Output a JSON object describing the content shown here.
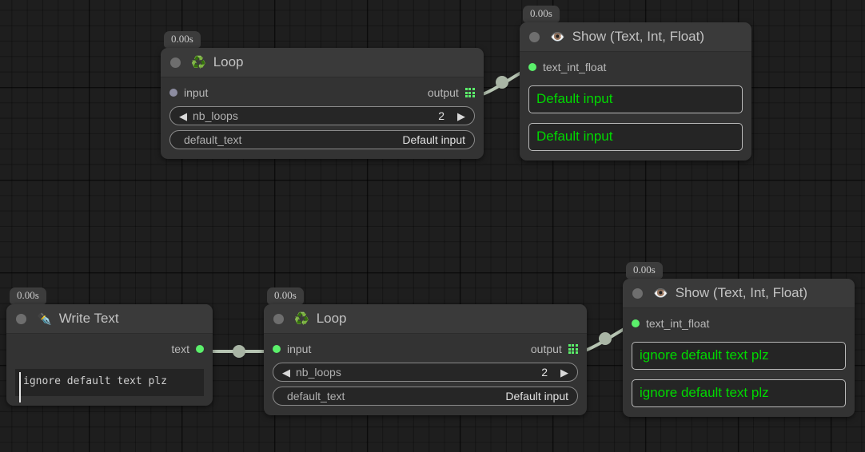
{
  "canvas": {
    "background_color": "#1e1e1e",
    "grid_color": "#000000",
    "edge_color": "#b6c4b2"
  },
  "colors": {
    "node_body": "#333333",
    "node_header": "#3a3a3a",
    "port_connected": "#5bf06b",
    "port_idle": "#8c8ca0",
    "value_text": "#00d800",
    "badge_bg": "#3c3c3c"
  },
  "nodes": [
    {
      "id": "loop-top",
      "time_badge": "0.00s",
      "icon": "recycle-icon",
      "icon_glyph": "♻️",
      "title": "Loop",
      "ports": {
        "input_label": "input",
        "input_state": "idle",
        "output_label": "output"
      },
      "fields": [
        {
          "name": "nb_loops",
          "value": "2",
          "stepper": true,
          "left_arrow": "◀",
          "right_arrow": "▶"
        },
        {
          "name": "default_text",
          "value": "Default input",
          "stepper": false
        }
      ]
    },
    {
      "id": "show-top",
      "time_badge": "0.00s",
      "icon": "eye-icon",
      "icon_glyph": "👁️",
      "title": "Show (Text, Int, Float)",
      "ports": {
        "input_label": "text_int_float",
        "input_state": "live"
      },
      "outputs": [
        "Default input",
        "Default input"
      ]
    },
    {
      "id": "write-text",
      "time_badge": "0.00s",
      "icon": "pen-nib-icon",
      "icon_glyph": "✒️",
      "title": "Write Text",
      "ports": {
        "output_label": "text",
        "output_state": "live"
      },
      "editor": {
        "value": "ignore default text plz",
        "caret_visible": true
      }
    },
    {
      "id": "loop-bottom",
      "time_badge": "0.00s",
      "icon": "recycle-icon",
      "icon_glyph": "♻️",
      "title": "Loop",
      "ports": {
        "input_label": "input",
        "input_state": "live",
        "output_label": "output"
      },
      "fields": [
        {
          "name": "nb_loops",
          "value": "2",
          "stepper": true,
          "left_arrow": "◀",
          "right_arrow": "▶"
        },
        {
          "name": "default_text",
          "value": "Default input",
          "stepper": false
        }
      ]
    },
    {
      "id": "show-bottom",
      "time_badge": "0.00s",
      "icon": "eye-icon",
      "icon_glyph": "👁️",
      "title": "Show (Text, Int, Float)",
      "ports": {
        "input_label": "text_int_float",
        "input_state": "live"
      },
      "outputs": [
        "ignore default text plz",
        "ignore default text plz"
      ]
    }
  ],
  "edges": [
    {
      "from": "loop-top.output",
      "to": "show-top.text_int_float"
    },
    {
      "from": "write-text.text",
      "to": "loop-bottom.input"
    },
    {
      "from": "loop-bottom.output",
      "to": "show-bottom.text_int_float"
    }
  ]
}
